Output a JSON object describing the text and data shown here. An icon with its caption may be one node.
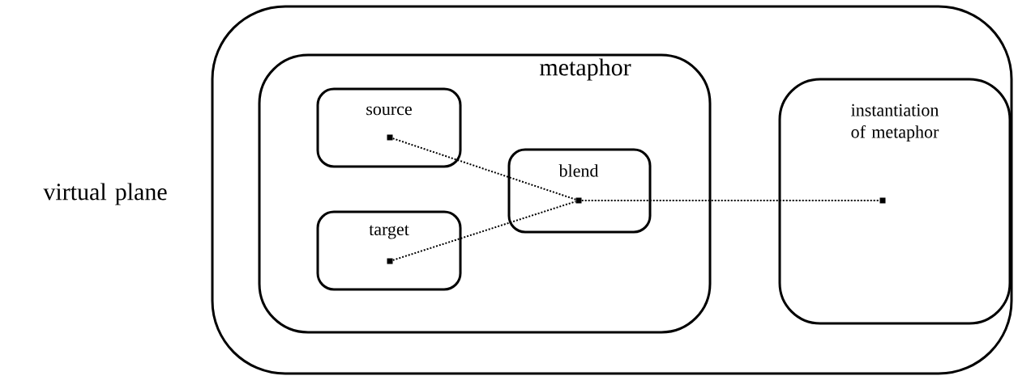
{
  "diagram": {
    "nodes": [
      {
        "text": [
          "virtual plane"
        ]
      },
      {
        "text": [
          "metaphor"
        ],
        "in": 0
      },
      {
        "text": [
          "source"
        ],
        "in": 1
      },
      {
        "text": [],
        "shape": "square",
        "in": 2
      },
      {
        "text": [
          "target"
        ],
        "in": 1
      },
      {
        "text": [],
        "shape": "square",
        "in": 4
      },
      {
        "text": [
          "blend"
        ],
        "in": 1
      },
      {
        "text": [],
        "shape": "square",
        "in": 6
      },
      {
        "text": [
          "instantiation of metaphor"
        ],
        "in": 0
      },
      {
        "text": [],
        "shape": "square",
        "in": 8
      }
    ],
    "edges": [
      {
        "from": 3,
        "to": 7,
        "arrow": "none"
      },
      {
        "from": 5,
        "to": 7,
        "arrow": "none"
      },
      {
        "from": 7,
        "to": 9,
        "arrow": "none"
      }
    ]
  }
}
